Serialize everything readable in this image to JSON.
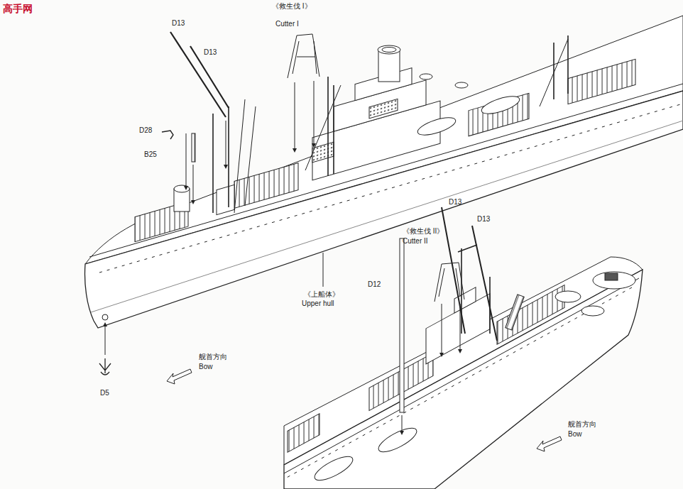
{
  "diagram": {
    "labels": [
      "高手网",
      "D13",
      "D13",
      "《救生伐 I》",
      "Cutter I",
      "D28",
      "B25",
      "《上船体》",
      "Upper hull",
      "D5",
      "舰首方向",
      "Bow",
      "D13",
      "D13",
      "《救生伐 II》",
      "Cutter II",
      "D12",
      "舰首方向",
      "Bow"
    ]
  }
}
